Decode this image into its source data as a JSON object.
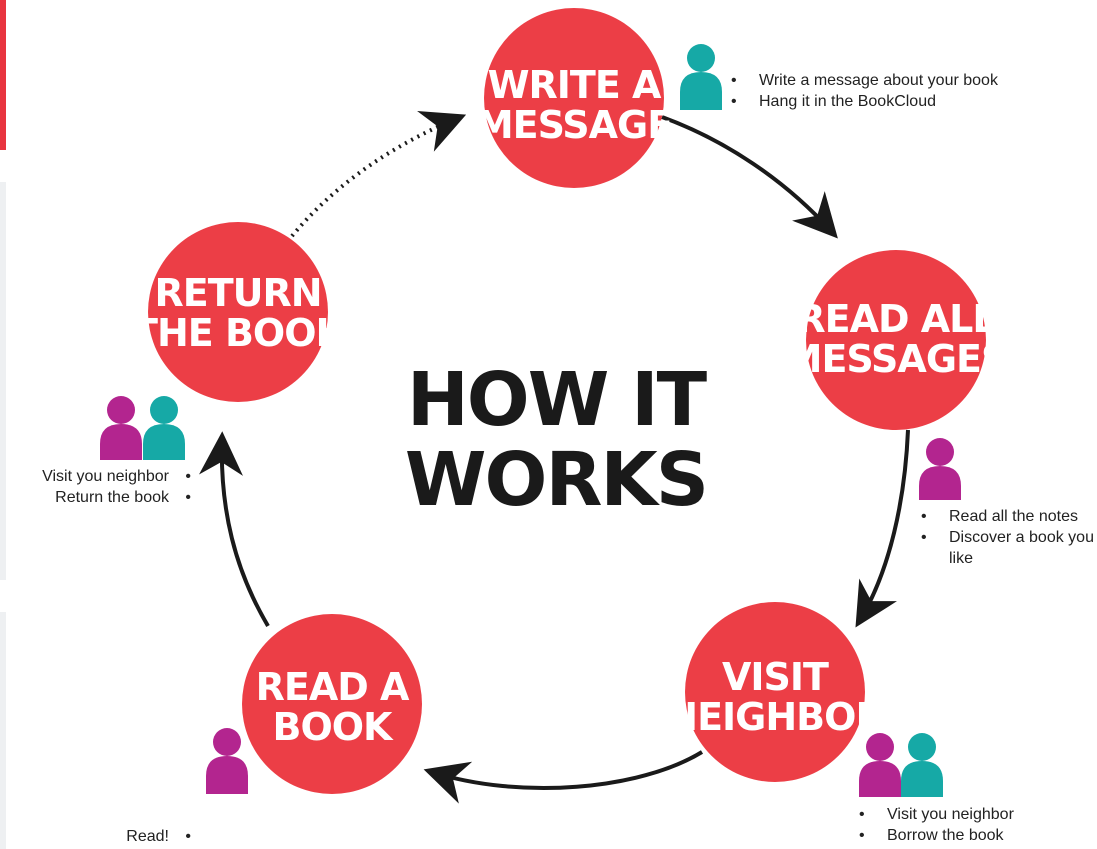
{
  "center": {
    "line1": "HOW IT",
    "line2": "WORKS"
  },
  "steps": [
    {
      "line1": "WRITE A",
      "line2": "MESSAGE"
    },
    {
      "line1": "READ ALL",
      "line2": "MESSAGES"
    },
    {
      "line1": "VISIT",
      "line2": "NEIGHBOR"
    },
    {
      "line1": "READ A",
      "line2": "BOOK"
    },
    {
      "line1": "RETURN",
      "line2": "THE BOOK"
    }
  ],
  "notes": {
    "write": [
      "Write a message about your book",
      "Hang it in the BookCloud"
    ],
    "read_all": [
      "Read all the notes",
      "Discover a book you like"
    ],
    "visit": [
      "Visit you neighbor",
      "Borrow the book"
    ],
    "read_book": [
      "Read!"
    ],
    "return": [
      "Visit you neighbor",
      "Return the book"
    ]
  },
  "colors": {
    "step_circle": "#ec3e46",
    "person_magenta": "#b3258f",
    "person_teal": "#16a9a6",
    "arrow": "#1a1a1a"
  },
  "icons": {
    "write": [
      "person-teal-icon"
    ],
    "read_all": [
      "person-magenta-icon"
    ],
    "visit": [
      "person-magenta-icon",
      "person-teal-icon"
    ],
    "read_book": [
      "person-magenta-icon"
    ],
    "return": [
      "person-magenta-icon",
      "person-teal-icon"
    ]
  }
}
